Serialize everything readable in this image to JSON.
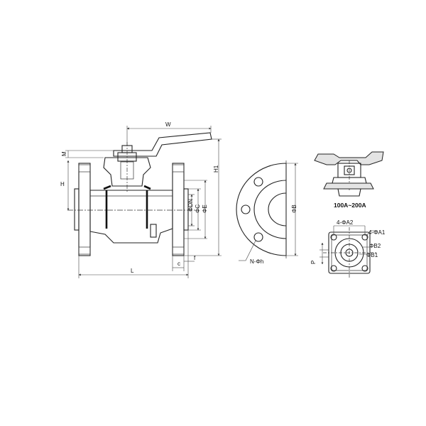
{
  "labels": {
    "w": "W",
    "m": "M",
    "h": "H",
    "h1": "H1",
    "dn": "ΦDN",
    "c": "ΦC",
    "e": "ΦE",
    "b": "ΦB",
    "l": "L",
    "f": "f",
    "c_small": "c",
    "nh": "N-Φh",
    "size_range": "100A~200A",
    "a2": "4-ΦA2",
    "a1": "4-ΦA1",
    "b2": "ΦB2",
    "b1": "ΦB1",
    "p": "P"
  }
}
